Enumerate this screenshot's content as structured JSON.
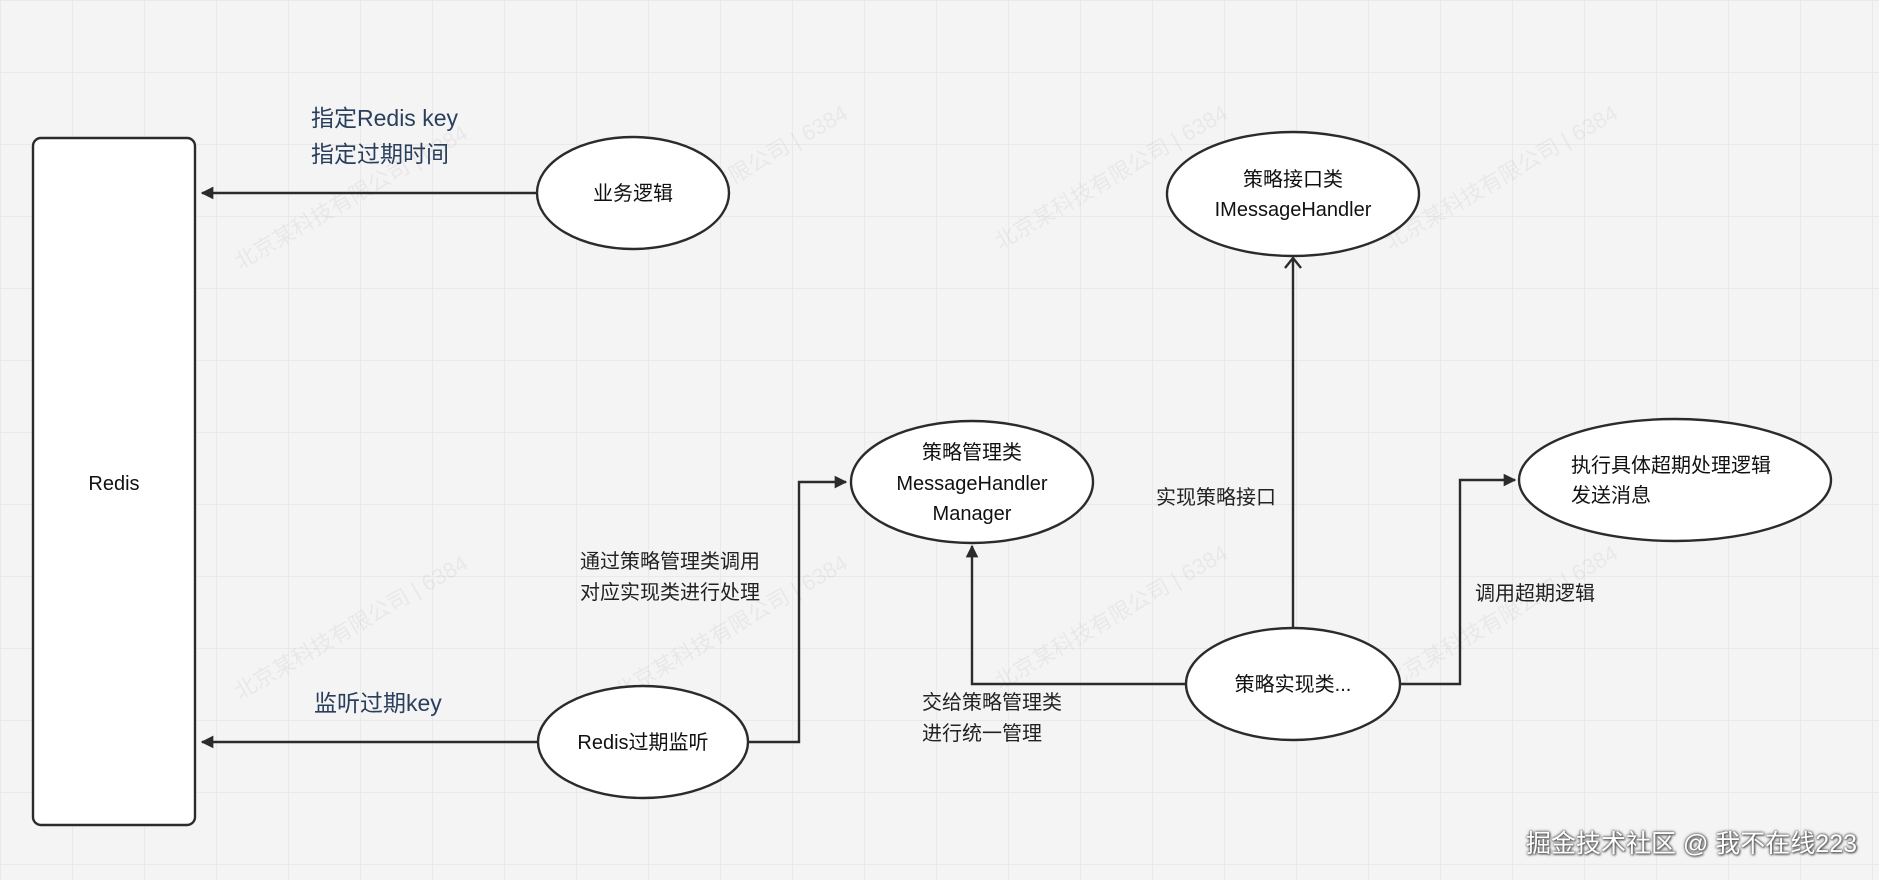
{
  "nodes": {
    "redis": {
      "label": "Redis"
    },
    "business_logic": {
      "label": "业务逻辑"
    },
    "strategy_interface": {
      "line1": "策略接口类",
      "line2": "IMessageHandler"
    },
    "strategy_manager": {
      "line1": "策略管理类",
      "line2": "MessageHandler",
      "line3": "Manager"
    },
    "execute_logic": {
      "line1": "执行具体超期处理逻辑",
      "line2": "发送消息"
    },
    "redis_listener": {
      "label": "Redis过期监听"
    },
    "strategy_impl": {
      "label": "策略实现类..."
    }
  },
  "edge_labels": {
    "set_key": {
      "line1": "指定Redis key",
      "line2": "指定过期时间"
    },
    "listen_key": {
      "label": "监听过期key"
    },
    "call_via_manager": {
      "line1": "通过策略管理类调用",
      "line2": "对应实现类进行处理"
    },
    "implement_interface": {
      "label": "实现策略接口"
    },
    "call_expire_logic": {
      "label": "调用超期逻辑"
    },
    "hand_to_manager": {
      "line1": "交给策略管理类",
      "line2": "进行统一管理"
    }
  },
  "watermark": {
    "text": "北京某科技有限公司 | 6384"
  },
  "credit": {
    "text": "掘金技术社区 @ 我不在线223"
  }
}
